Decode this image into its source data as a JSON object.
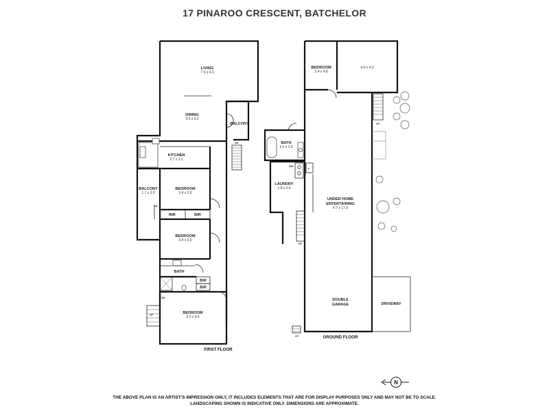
{
  "title": "17 PINAROO CRESCENT, BATCHELOR",
  "first_floor": {
    "label": "FIRST FLOOR",
    "rooms": {
      "living": {
        "name": "LIVING",
        "dims": "7.0 x 4.3"
      },
      "dining": {
        "name": "DINING",
        "dims": "3.5 x 3.0"
      },
      "balcony_right": {
        "name": "BALCONY",
        "dims": ""
      },
      "kitchen": {
        "name": "KITCHEN",
        "dims": "2.7 x 3.2"
      },
      "balcony_left": {
        "name": "BALCONY",
        "dims": "1.7 x 3.0"
      },
      "bedroom1": {
        "name": "BEDROOM",
        "dims": "3.4 x 3.0"
      },
      "bir1": {
        "name": "BIR"
      },
      "bir2": {
        "name": "BIR"
      },
      "bedroom2": {
        "name": "BEDROOM",
        "dims": "3.4 x 3.0"
      },
      "bath": {
        "name": "BATH"
      },
      "bir3": {
        "name": "BIR"
      },
      "bir4": {
        "name": "BIR"
      },
      "bedroom3": {
        "name": "BEDROOM",
        "dims": "3.2 x 4.6"
      }
    },
    "stair_marks": {
      "dn_balcony": "DN",
      "dn_balcony_left": "DN",
      "dn_bottom": "DN",
      "up_bottom": "UP"
    }
  },
  "ground_floor": {
    "label": "GROUND FLOOR",
    "rooms": {
      "bedroom": {
        "name": "BEDROOM",
        "dims": "2.4 x 4.8"
      },
      "room_top": {
        "name": "",
        "dims": "4.5 x 4.2"
      },
      "bath": {
        "name": "BATH",
        "dims": "3.0 x 2.0"
      },
      "wm": {
        "name": "WM"
      },
      "f": {
        "name": "F"
      },
      "laundry": {
        "name": "LAUNDRY",
        "dims": "1.8 x 2.6"
      },
      "under_home": {
        "name": "UNDER HOME\nENTERTAINING",
        "line1": "UNDER HOME",
        "line2": "ENTERTAINING",
        "dims": "4.7 x 17.9"
      },
      "garage": {
        "line1": "DOUBLE",
        "line2": "GARAGE"
      },
      "driveway": {
        "name": "DRIVEWAY"
      }
    },
    "stair_marks": {
      "up_right": "UP",
      "up_left": "UP",
      "up_bottom": "UP"
    }
  },
  "compass": {
    "letter": "N"
  },
  "disclaimer": {
    "line1": "THE ABOVE PLAN IS AN ARTIST'S IMPRESSION ONLY, IT INCLUDES ELEMENTS THAT ARE FOR DISPLAY PURPOSES ONLY AND MAY NOT BE TO SCALE.",
    "line2": "LANDSCAPING SHOWN IS INDICATIVE ONLY. DIMENSIONS ARE APPROXIMATE."
  }
}
